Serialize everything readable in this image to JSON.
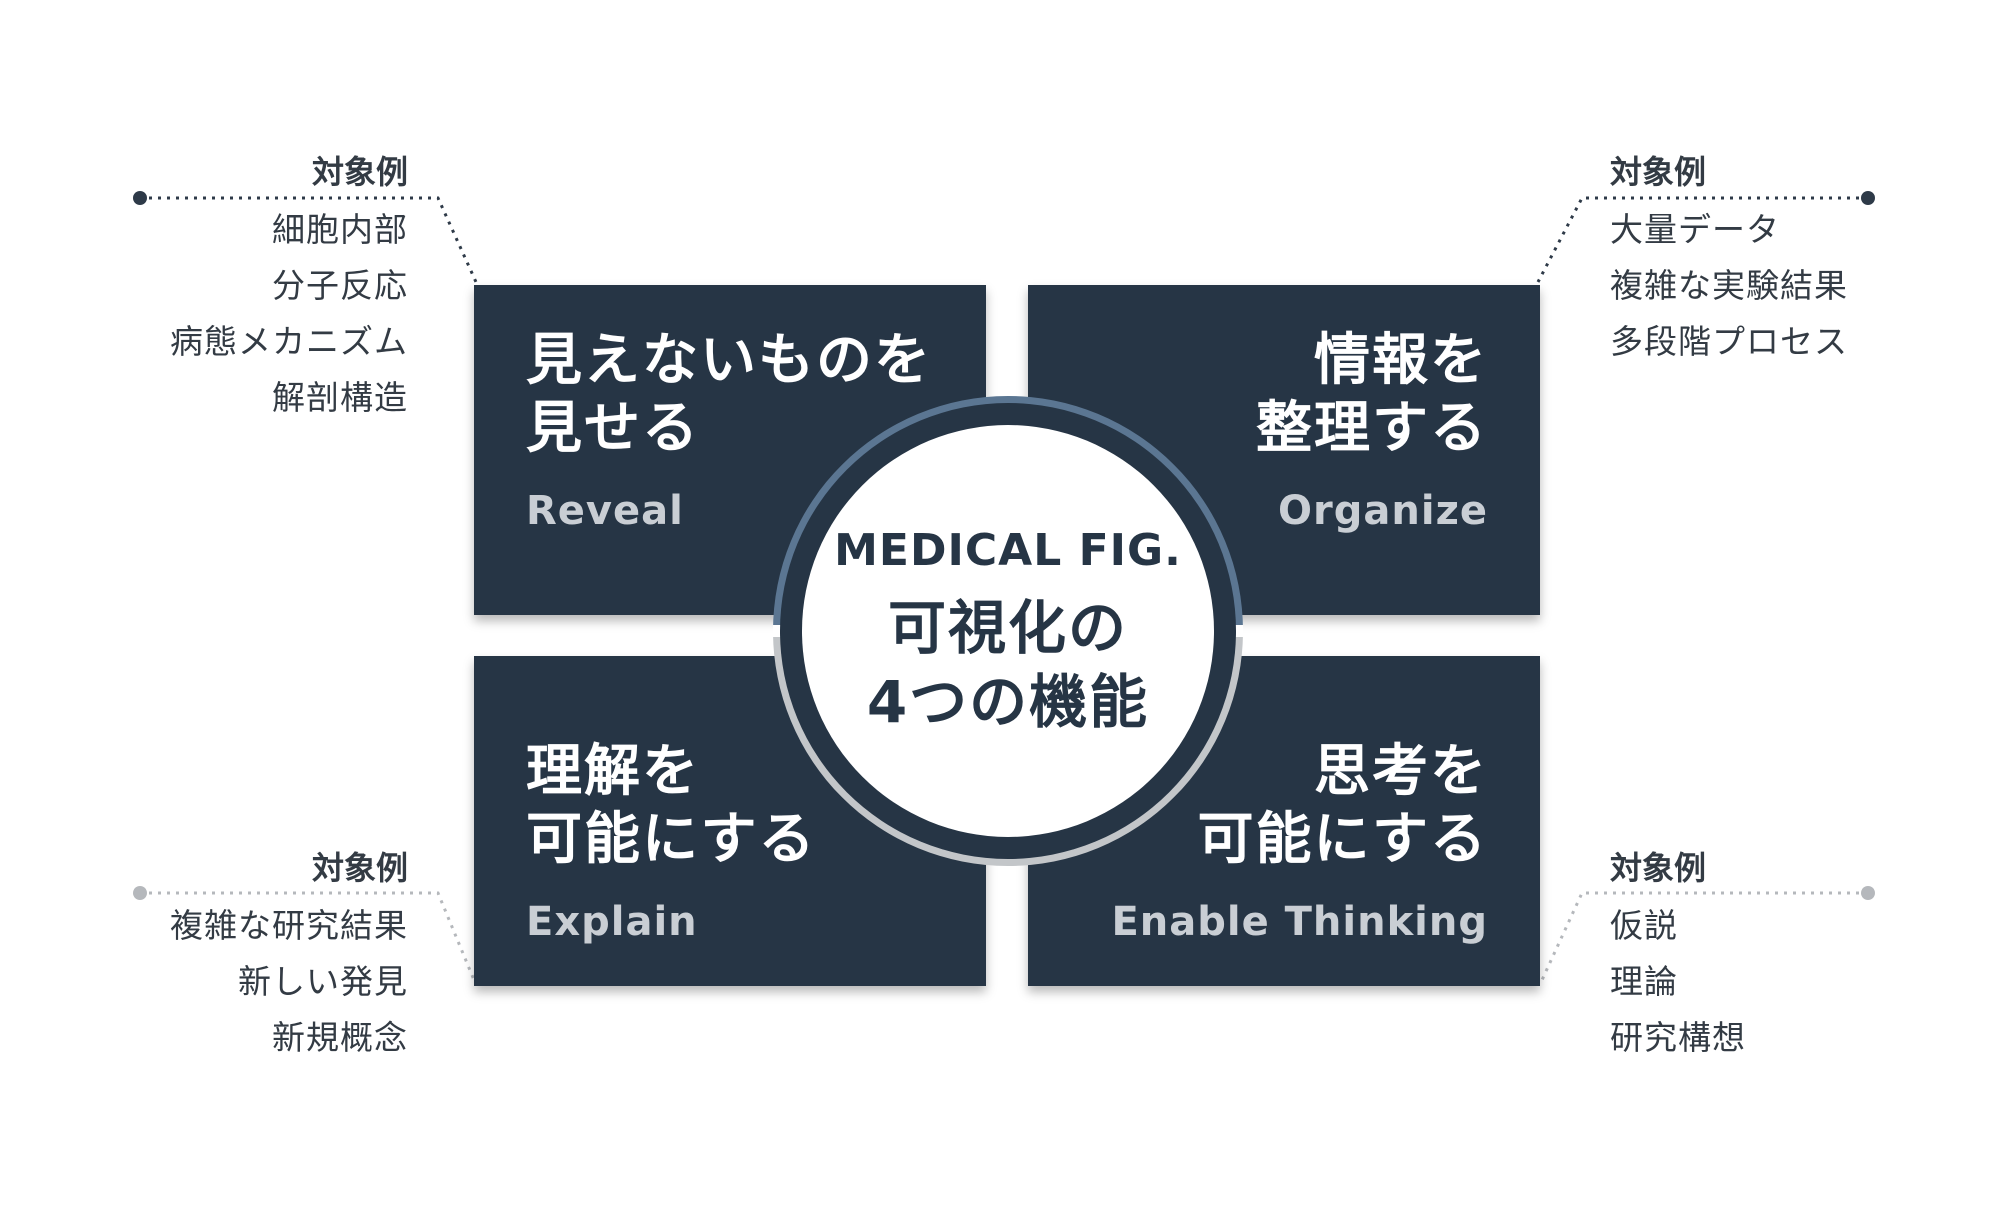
{
  "center": {
    "title_en": "MEDICAL FIG.",
    "title_jp": "可視化の\n4つの機能"
  },
  "quadrants": [
    {
      "id": "reveal",
      "title_jp": "見えないものを\n見せる",
      "title_en": "Reveal"
    },
    {
      "id": "organize",
      "title_jp": "情報を\n整理する",
      "title_en": "Organize"
    },
    {
      "id": "explain",
      "title_jp": "理解を\n可能にする",
      "title_en": "Explain"
    },
    {
      "id": "thinking",
      "title_jp": "思考を\n可能にする",
      "title_en": "Enable Thinking"
    }
  ],
  "examples": [
    {
      "for": "reveal",
      "heading": "対象例",
      "items": [
        "細胞内部",
        "分子反応",
        "病態メカニズム",
        "解剖構造"
      ]
    },
    {
      "for": "organize",
      "heading": "対象例",
      "items": [
        "大量データ",
        "複雑な実験結果",
        "多段階プロセス"
      ]
    },
    {
      "for": "explain",
      "heading": "対象例",
      "items": [
        "複雑な研究結果",
        "新しい発見",
        "新規概念"
      ]
    },
    {
      "for": "thinking",
      "heading": "対象例",
      "items": [
        "仮説",
        "理論",
        "研究構想"
      ]
    }
  ],
  "colors": {
    "panel": "#263545",
    "ring_top": "#5b7692",
    "ring_bottom": "#c3c6c9",
    "connector_top": "#2e3a48",
    "connector_bottom": "#b5b8bc"
  }
}
